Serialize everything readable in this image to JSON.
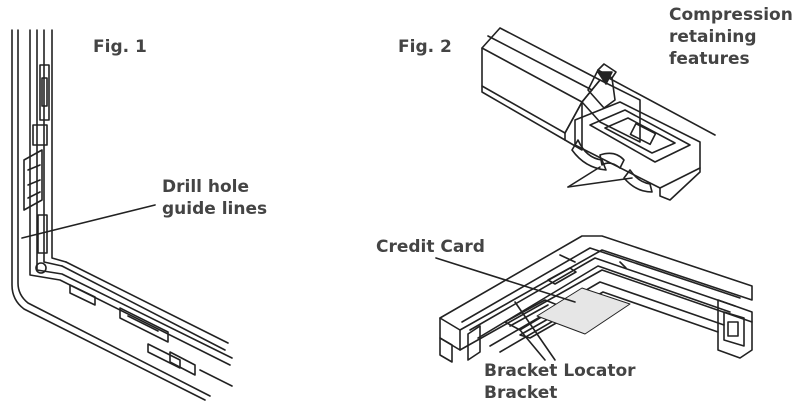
{
  "figures": {
    "fig1": {
      "label": "Fig. 1"
    },
    "fig2": {
      "label": "Fig. 2"
    }
  },
  "labels": {
    "drill": [
      "Drill hole",
      "guide lines"
    ],
    "compression": [
      "Compression",
      "retaining",
      "features"
    ],
    "credit_card": "Credit Card",
    "bracket_locator": [
      "Bracket Locator",
      "Bracket"
    ]
  },
  "colors": {
    "stroke": "#222222",
    "text": "#444444",
    "card": "#e6e6e6"
  }
}
